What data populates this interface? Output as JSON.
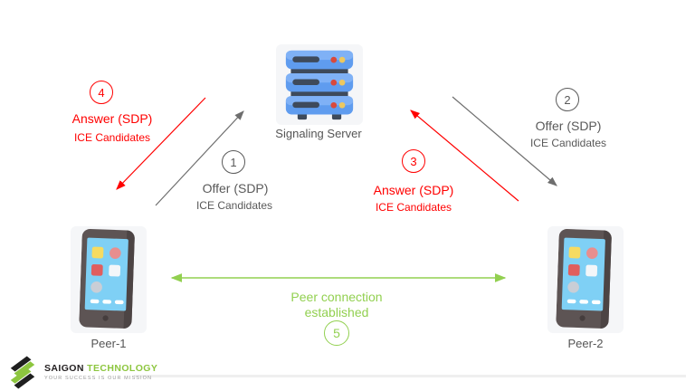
{
  "server_label": "Signaling Server",
  "peer1_label": "Peer-1",
  "peer2_label": "Peer-2",
  "steps": [
    {
      "number": "1",
      "title": "Offer (SDP)",
      "subtitle": "ICE Candidates"
    },
    {
      "number": "2",
      "title": "Offer (SDP)",
      "subtitle": "ICE Candidates"
    },
    {
      "number": "3",
      "title": "Answer (SDP)",
      "subtitle": "ICE Candidates"
    },
    {
      "number": "4",
      "title": "Answer (SDP)",
      "subtitle": "ICE Candidates"
    },
    {
      "number": "5",
      "title": "Peer connection",
      "subtitle": "established"
    }
  ],
  "colors": {
    "offer_gray": "#595959",
    "answer_red": "#ff0000",
    "established_green": "#92d050",
    "server_blue": "#5f9cef",
    "screen_blue": "#7fd0f5",
    "brand_green": "#8dc63f"
  },
  "footer": {
    "brand_primary": "SAIGON",
    "brand_secondary": "TECHNOLOGY",
    "tagline": "YOUR SUCCESS IS OUR MISSION"
  }
}
